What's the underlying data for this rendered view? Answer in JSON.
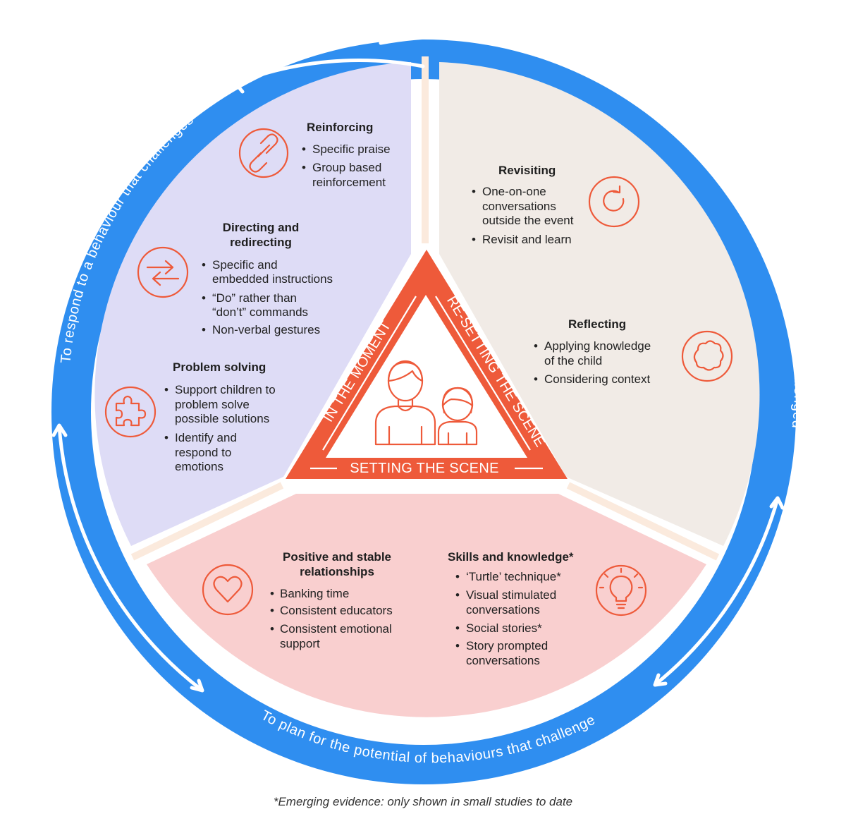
{
  "colors": {
    "ring": "#2f8ef0",
    "arrow": "#ffffff",
    "sector_left": "#dedcf6",
    "sector_right": "#f1ebe6",
    "sector_bottom": "#f9cfcf",
    "divider": "#fbeadd",
    "accent": "#ee5a3a"
  },
  "ring": {
    "left_label": "To respond to a behaviour that challenges",
    "right_label": "To prevent further instances of a behaviour that has challenged",
    "bottom_label": "To plan for the potential of behaviours that challenge"
  },
  "triangle": {
    "left_label": "IN THE MOMENT",
    "right_label": "RE-SETTING THE SCENE",
    "bottom_label": "SETTING THE SCENE",
    "icon": "adult-and-child-icon"
  },
  "sections": {
    "reinforcing": {
      "title": "Reinforcing",
      "icon": "link-icon",
      "bullets": [
        "Specific praise",
        "Group based",
        "reinforcement"
      ]
    },
    "directing": {
      "title_line1": "Directing and",
      "title_line2": "redirecting",
      "icon": "exchange-arrows-icon",
      "bullets": [
        "Specific and",
        "embedded instructions",
        "“Do” rather than",
        "“don’t” commands",
        "Non-verbal gestures"
      ]
    },
    "problem_solving": {
      "title": "Problem solving",
      "icon": "puzzle-icon",
      "bullets": [
        "Support children to",
        "problem solve",
        "possible solutions",
        "Identify and",
        "respond to",
        "emotions"
      ]
    },
    "revisiting": {
      "title": "Revisiting",
      "icon": "refresh-icon",
      "bullets": [
        "One-on-one",
        "conversations",
        "outside the event",
        "Revisit and learn"
      ]
    },
    "reflecting": {
      "title": "Reflecting",
      "icon": "thought-cloud-icon",
      "bullets": [
        "Applying knowledge",
        "of the child",
        "Considering context"
      ]
    },
    "relationships": {
      "title_line1": "Positive and stable",
      "title_line2": "relationships",
      "icon": "heart-icon",
      "bullets": [
        "Banking time",
        "Consistent educators",
        "Consistent emotional",
        "support"
      ]
    },
    "skills": {
      "title": "Skills and knowledge*",
      "icon": "lightbulb-icon",
      "bullets": [
        "‘Turtle’ technique*",
        "Visual stimulated",
        "conversations",
        "Social stories*",
        "Story prompted",
        "conversations"
      ]
    }
  },
  "footnote": "*Emerging evidence: only shown in small studies to date"
}
